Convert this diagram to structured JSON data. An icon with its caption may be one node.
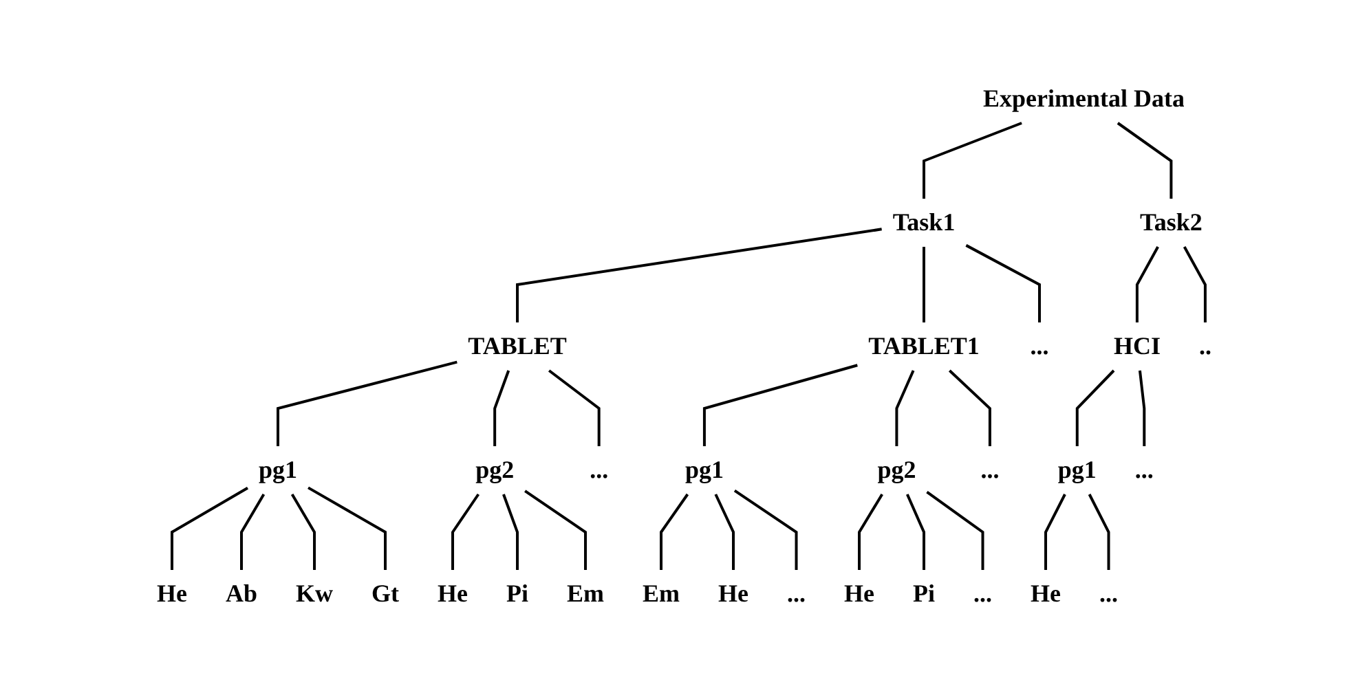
{
  "diagram": {
    "nodes": [
      {
        "text": [
          "Experimental Data"
        ]
      },
      {
        "text": [
          "Task1"
        ]
      },
      {
        "text": [
          "Task2"
        ]
      },
      {
        "text": [
          "TABLET"
        ]
      },
      {
        "text": [
          "TABLET1"
        ]
      },
      {
        "text": [
          "..."
        ]
      },
      {
        "text": [
          "HCI"
        ]
      },
      {
        "text": [
          ".."
        ]
      },
      {
        "text": [
          "pg1"
        ]
      },
      {
        "text": [
          "pg2"
        ]
      },
      {
        "text": [
          "..."
        ]
      },
      {
        "text": [
          "pg1"
        ]
      },
      {
        "text": [
          "pg2"
        ]
      },
      {
        "text": [
          "..."
        ]
      },
      {
        "text": [
          "pg1"
        ]
      },
      {
        "text": [
          "..."
        ]
      },
      {
        "text": [
          "He"
        ]
      },
      {
        "text": [
          "Ab"
        ]
      },
      {
        "text": [
          "Kw"
        ]
      },
      {
        "text": [
          "Gt"
        ]
      },
      {
        "text": [
          "He"
        ]
      },
      {
        "text": [
          "Pi"
        ]
      },
      {
        "text": [
          "Em"
        ]
      },
      {
        "text": [
          "Em"
        ]
      },
      {
        "text": [
          "He"
        ]
      },
      {
        "text": [
          "..."
        ]
      },
      {
        "text": [
          "He"
        ]
      },
      {
        "text": [
          "Pi"
        ]
      },
      {
        "text": [
          "..."
        ]
      },
      {
        "text": [
          "He"
        ]
      },
      {
        "text": [
          "..."
        ]
      }
    ],
    "edges": [
      {
        "from": 0,
        "to": 1,
        "arrow": "none"
      },
      {
        "from": 0,
        "to": 2,
        "arrow": "none"
      },
      {
        "from": 1,
        "to": 3,
        "arrow": "none"
      },
      {
        "from": 1,
        "to": 4,
        "arrow": "none"
      },
      {
        "from": 1,
        "to": 5,
        "arrow": "none"
      },
      {
        "from": 2,
        "to": 6,
        "arrow": "none"
      },
      {
        "from": 2,
        "to": 7,
        "arrow": "none"
      },
      {
        "from": 3,
        "to": 8,
        "arrow": "none"
      },
      {
        "from": 3,
        "to": 9,
        "arrow": "none"
      },
      {
        "from": 3,
        "to": 10,
        "arrow": "none"
      },
      {
        "from": 4,
        "to": 11,
        "arrow": "none"
      },
      {
        "from": 4,
        "to": 12,
        "arrow": "none"
      },
      {
        "from": 4,
        "to": 13,
        "arrow": "none"
      },
      {
        "from": 6,
        "to": 14,
        "arrow": "none"
      },
      {
        "from": 6,
        "to": 15,
        "arrow": "none"
      },
      {
        "from": 8,
        "to": 16,
        "arrow": "none"
      },
      {
        "from": 8,
        "to": 17,
        "arrow": "none"
      },
      {
        "from": 8,
        "to": 18,
        "arrow": "none"
      },
      {
        "from": 8,
        "to": 19,
        "arrow": "none"
      },
      {
        "from": 9,
        "to": 20,
        "arrow": "none"
      },
      {
        "from": 9,
        "to": 21,
        "arrow": "none"
      },
      {
        "from": 9,
        "to": 22,
        "arrow": "none"
      },
      {
        "from": 11,
        "to": 23,
        "arrow": "none"
      },
      {
        "from": 11,
        "to": 24,
        "arrow": "none"
      },
      {
        "from": 11,
        "to": 25,
        "arrow": "none"
      },
      {
        "from": 12,
        "to": 26,
        "arrow": "none"
      },
      {
        "from": 12,
        "to": 27,
        "arrow": "none"
      },
      {
        "from": 12,
        "to": 28,
        "arrow": "none"
      },
      {
        "from": 14,
        "to": 29,
        "arrow": "none"
      },
      {
        "from": 14,
        "to": 30,
        "arrow": "none"
      }
    ]
  }
}
